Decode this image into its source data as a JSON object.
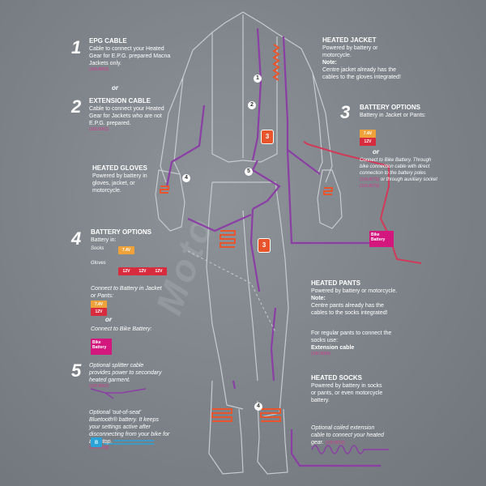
{
  "watermark": "Moto",
  "sections": [
    {
      "num": "1",
      "heading": "EPG CABLE",
      "text": "Cable to connect your Heated Gear for E.P.G. prepared Macna Jackets only.",
      "code": "(100.8060)"
    },
    {
      "num": "2",
      "heading": "EXTENSION CABLE",
      "text": "Cable to connect your Heated Gear for Jackets who are not E.P.G. prepared.",
      "code": "(100.8061)"
    },
    {
      "num": "3",
      "heading": "BATTERY OPTIONS",
      "text": "Battery in Jacket or Pants:",
      "text2": "Connect to Bike Battery. Through bike connection cable with direct connection to the battery poles",
      "code2": "(100.8075)",
      "text3": "or through auxiliary socket",
      "code3": "(100.8070)"
    },
    {
      "num": "4",
      "heading": "BATTERY OPTIONS",
      "text": "Battery in:",
      "socks": "Socks",
      "gloves": "Gloves",
      "text2": "Connect to Battery in Jacket or Pants:",
      "text3": "Connect to Bike Battery:"
    },
    {
      "num": "5",
      "text": "Optional splitter cable provides power to secondary heated garment.",
      "code": "(100.8067)",
      "text2": "Optional 'out-of-seat' Bluetooth® battery. It keeps your settings active after disconnecting from your bike for a pitstop.",
      "code2": "(100.8068)"
    }
  ],
  "or_label": "or",
  "heated_gloves": {
    "heading": "HEATED GLOVES",
    "text": "Powered by battery in gloves, jacket, or motorcycle."
  },
  "heated_jacket": {
    "heading": "HEATED JACKET",
    "text": "Powered by battery or motorcycle.",
    "note": "Note:",
    "note_text": "Centre jacket already has the cables to the gloves integrated!"
  },
  "heated_pants": {
    "heading": "HEATED PANTS",
    "text": "Powered by battery or motorcycle.",
    "note": "Note:",
    "note_text": "Centre pants already has the cables to the socks integrated!"
  },
  "regular_pants": {
    "text": "For regular pants to connect the socks use:",
    "bold": "Extension cable",
    "code": "(100.8066)"
  },
  "heated_socks": {
    "heading": "HEATED SOCKS",
    "text": "Powered by battery in socks or pants, or even motorcycle battery."
  },
  "coiled": {
    "text": "Optional coiled extension cable to connect your heated gear.",
    "code": "(100.8072)"
  },
  "battery_labels": {
    "v74": "7.4V",
    "v12": "12V"
  },
  "bike_battery": {
    "line1": "Bike",
    "line2": "Battery"
  },
  "markers": [
    "1",
    "2",
    "3",
    "4",
    "5"
  ],
  "bluetooth_symbol": "ʙ",
  "colors": {
    "cable_purple": "#8b3fa5",
    "cable_red": "#d13a58",
    "heating_orange": "#e8542c",
    "suit_outline": "#c7cbcf",
    "bike_battery": "#d4177f"
  }
}
